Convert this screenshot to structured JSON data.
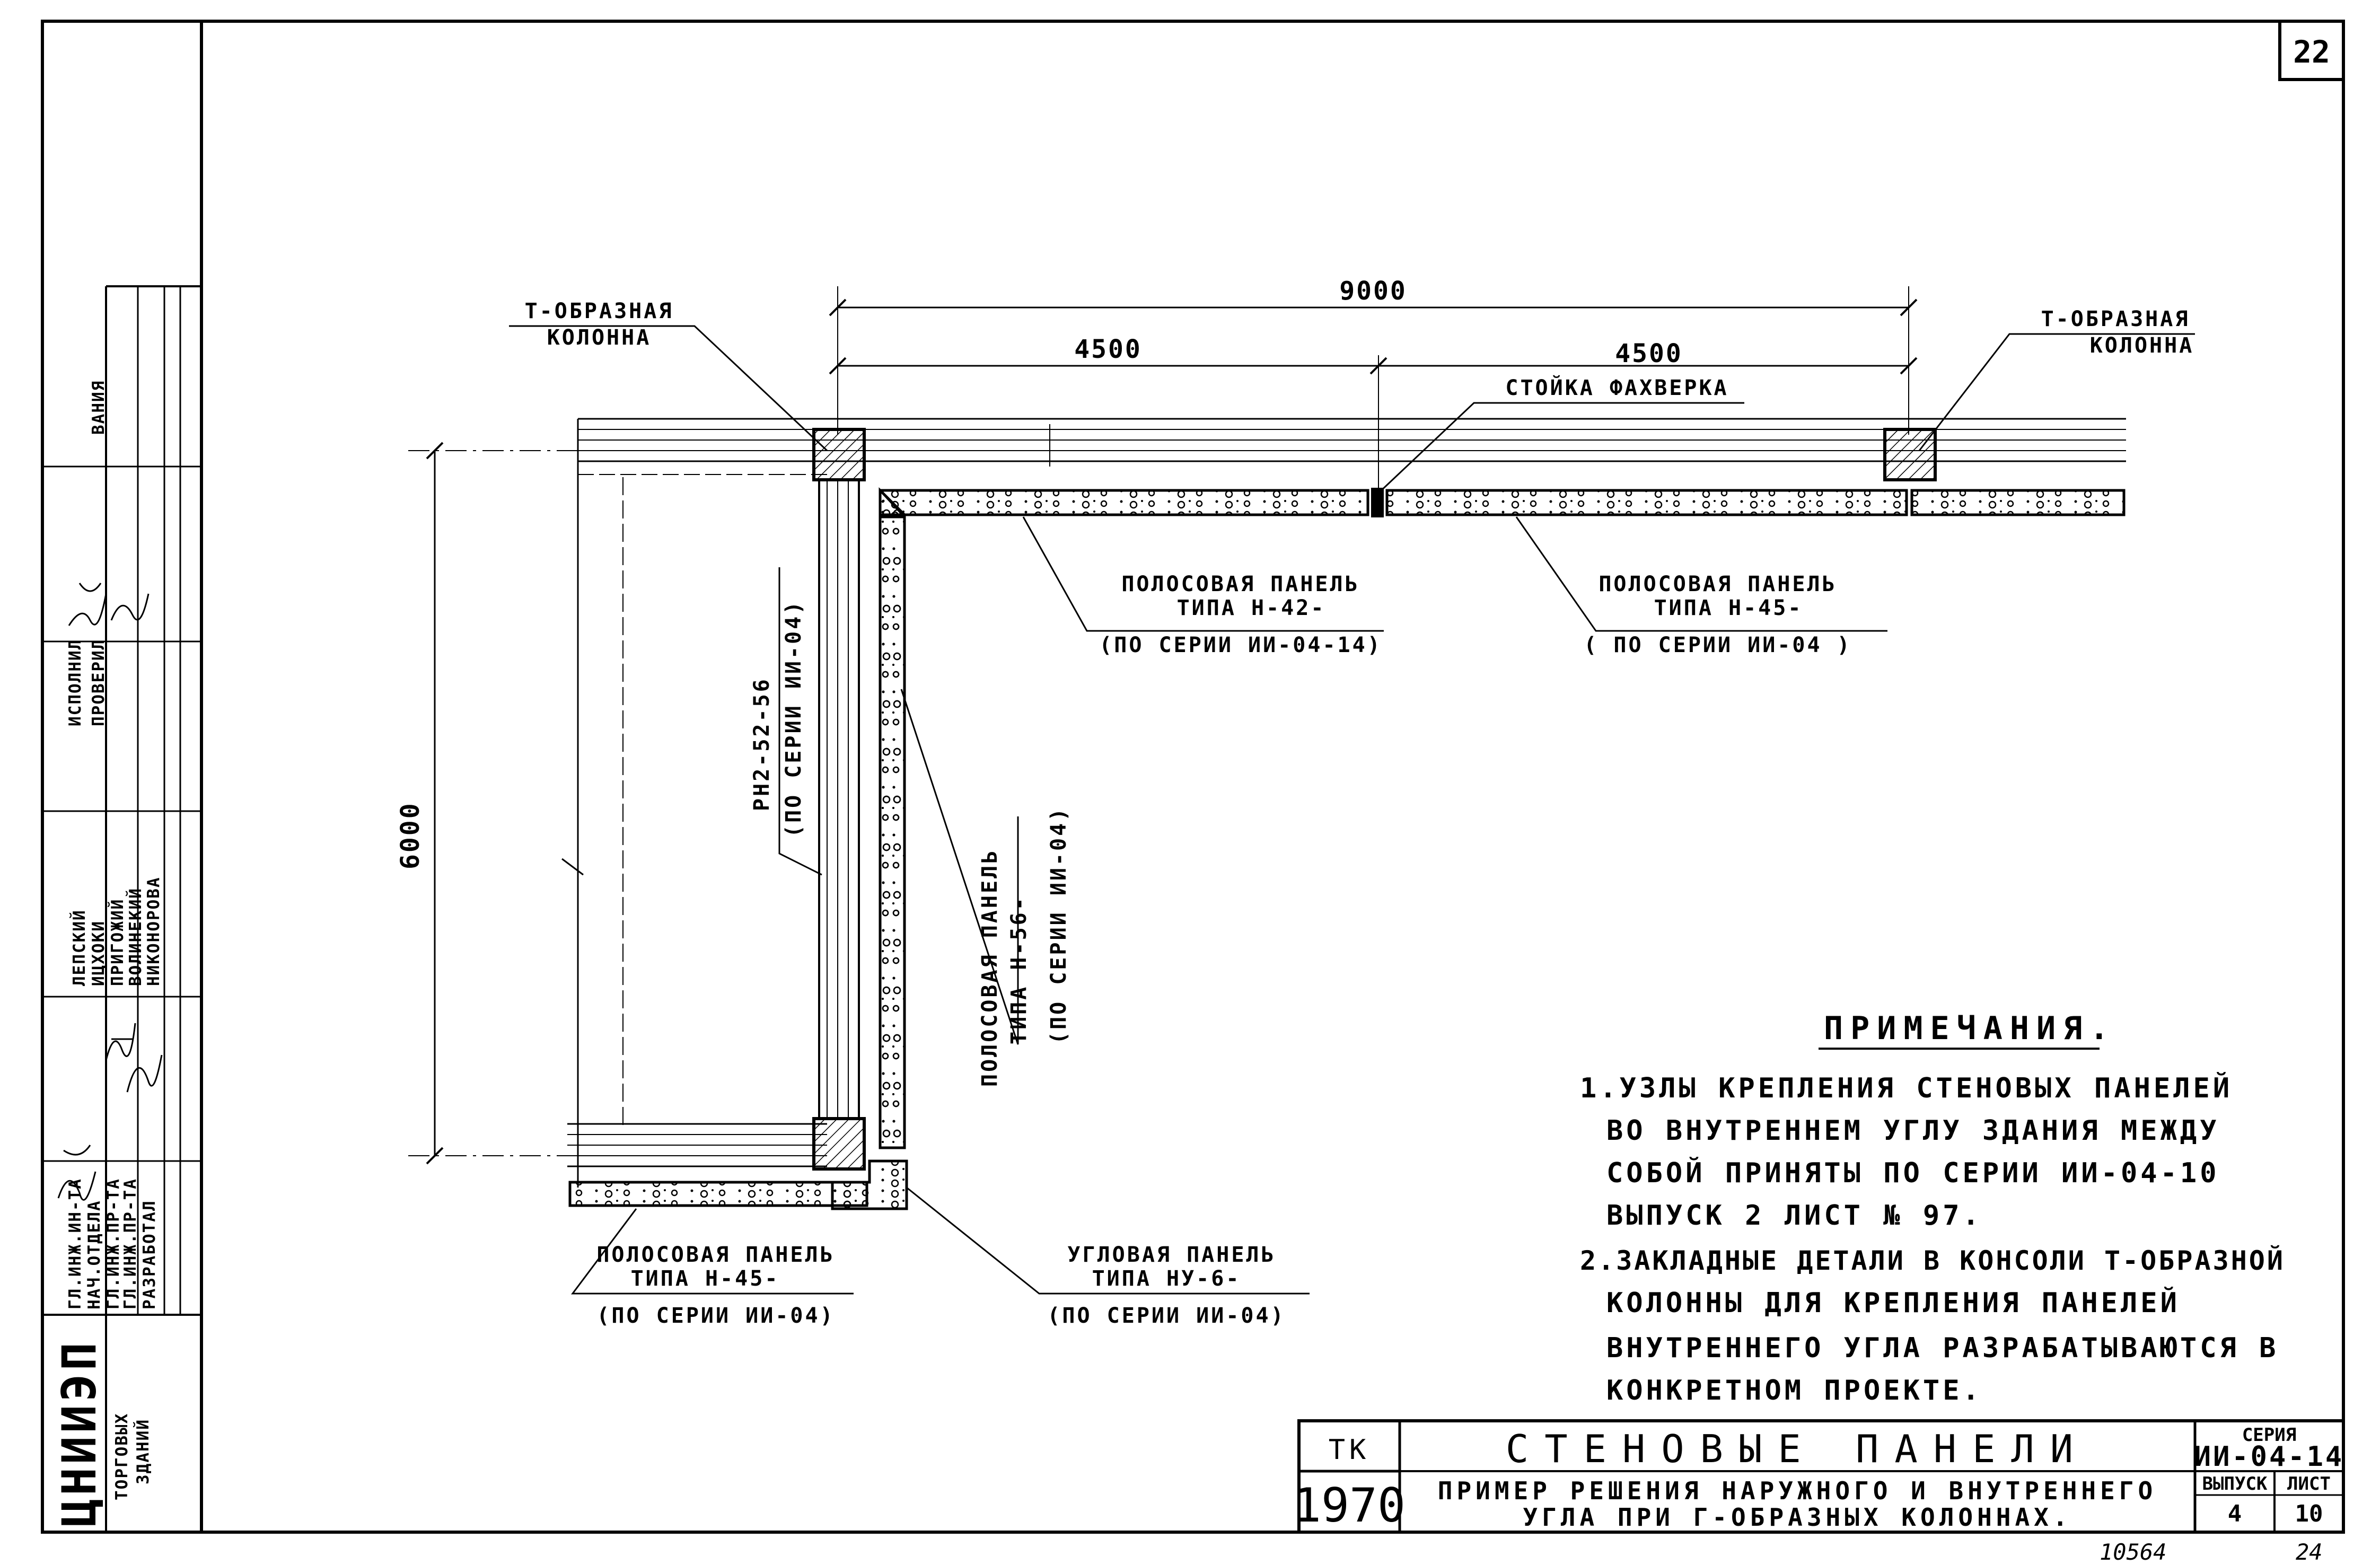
{
  "sheet": {
    "page_number": "22",
    "bottom_code": "10564",
    "bottom_page": "24"
  },
  "dimensions": {
    "total": "9000",
    "left_half": "4500",
    "right_half": "4500",
    "vertical": "6000"
  },
  "labels": {
    "t_column_left": [
      "Т-ОБРАЗНАЯ",
      "КОЛОННА"
    ],
    "t_column_right": [
      "Т-ОБРАЗНАЯ",
      "КОЛОННА"
    ],
    "fachwerk_post": "СТОЙКА ФАХВЕРКА",
    "panel_n42": [
      "ПОЛОСОВАЯ ПАНЕЛЬ",
      "ТИПА Н-42-",
      "(ПО СЕРИИ ИИ-04-14)"
    ],
    "panel_n45_top": [
      "ПОЛОСОВАЯ ПАНЕЛЬ",
      "ТИПА Н-45-",
      "( ПО СЕРИИ ИИ-04 )"
    ],
    "panel_rn2": [
      "РН2-52-56",
      "(ПО СЕРИИ ИИ-04)"
    ],
    "panel_n56": [
      "ПОЛОСОВАЯ ПАНЕЛЬ",
      "ТИПА Н-56-",
      "(ПО СЕРИИ ИИ-04)"
    ],
    "panel_n45_bottom": [
      "ПОЛОСОВАЯ ПАНЕЛЬ",
      "ТИПА Н-45-",
      "(ПО СЕРИИ ИИ-04)"
    ],
    "panel_nu6": [
      "УГЛОВАЯ ПАНЕЛЬ",
      "ТИПА НУ-6-",
      "(ПО СЕРИИ ИИ-04)"
    ]
  },
  "notes": {
    "heading": "ПРИМЕЧАНИЯ.",
    "lines": [
      "1.УЗЛЫ КРЕПЛЕНИЯ СТЕНОВЫХ ПАНЕЛЕЙ",
      "ВО ВНУТРЕННЕМ УГЛУ ЗДАНИЯ МЕЖДУ",
      "СОБОЙ ПРИНЯТЫ ПО СЕРИИ ИИ-04-10",
      "ВЫПУСК 2 ЛИСТ № 97.",
      "2.ЗАКЛАДНЫЕ ДЕТАЛИ В КОНСОЛИ Т-ОБРАЗНОЙ",
      "КОЛОННЫ ДЛЯ КРЕПЛЕНИЯ ПАНЕЛЕЙ",
      "ВНУТРЕННЕГО УГЛА РАЗРАБАТЫВАЮТСЯ В",
      "КОНКРЕТНОМ ПРОЕКТЕ."
    ]
  },
  "title_block": {
    "code_label": "ТК",
    "year": "1970",
    "title": "СТЕНОВЫЕ ПАНЕЛИ",
    "subtitle_1": "ПРИМЕР РЕШЕНИЯ НАРУЖНОГО И ВНУТРЕННЕГО",
    "subtitle_2": "УГЛА ПРИ Г-ОБРАЗНЫХ КОЛОННАХ.",
    "series_label": "СЕРИЯ",
    "series_value": "ИИ-04-14",
    "issue_label": "ВЫПУСК",
    "issue_value": "4",
    "sheet_label": "ЛИСТ",
    "sheet_value": "10"
  },
  "side_stamp": {
    "org_logo": "ЦНИИЭП",
    "org_line_1": "ТОРГОВЫХ",
    "org_line_2": "ЗДАНИЙ",
    "roles": [
      "ГЛ.ИНЖ.ИН-ТА",
      "НАЧ.ОТДЕЛА",
      "ГЛ.ИНЖ.ПР-ТА",
      "ГЛ.ИНЖ.ПР-ТА",
      "РАЗРАБОТАЛ"
    ],
    "names": [
      "ЛЕПСКИЙ",
      "ИЦХОКИ",
      "ПРИГОЖИЙ",
      "ВОЛИНЕКИЙ",
      "НИКОНОРОВА"
    ],
    "headers": [
      "ИСПОЛНИЛ",
      "ПРОВЕРИЛ"
    ],
    "extra": "ВАНИЯ"
  }
}
